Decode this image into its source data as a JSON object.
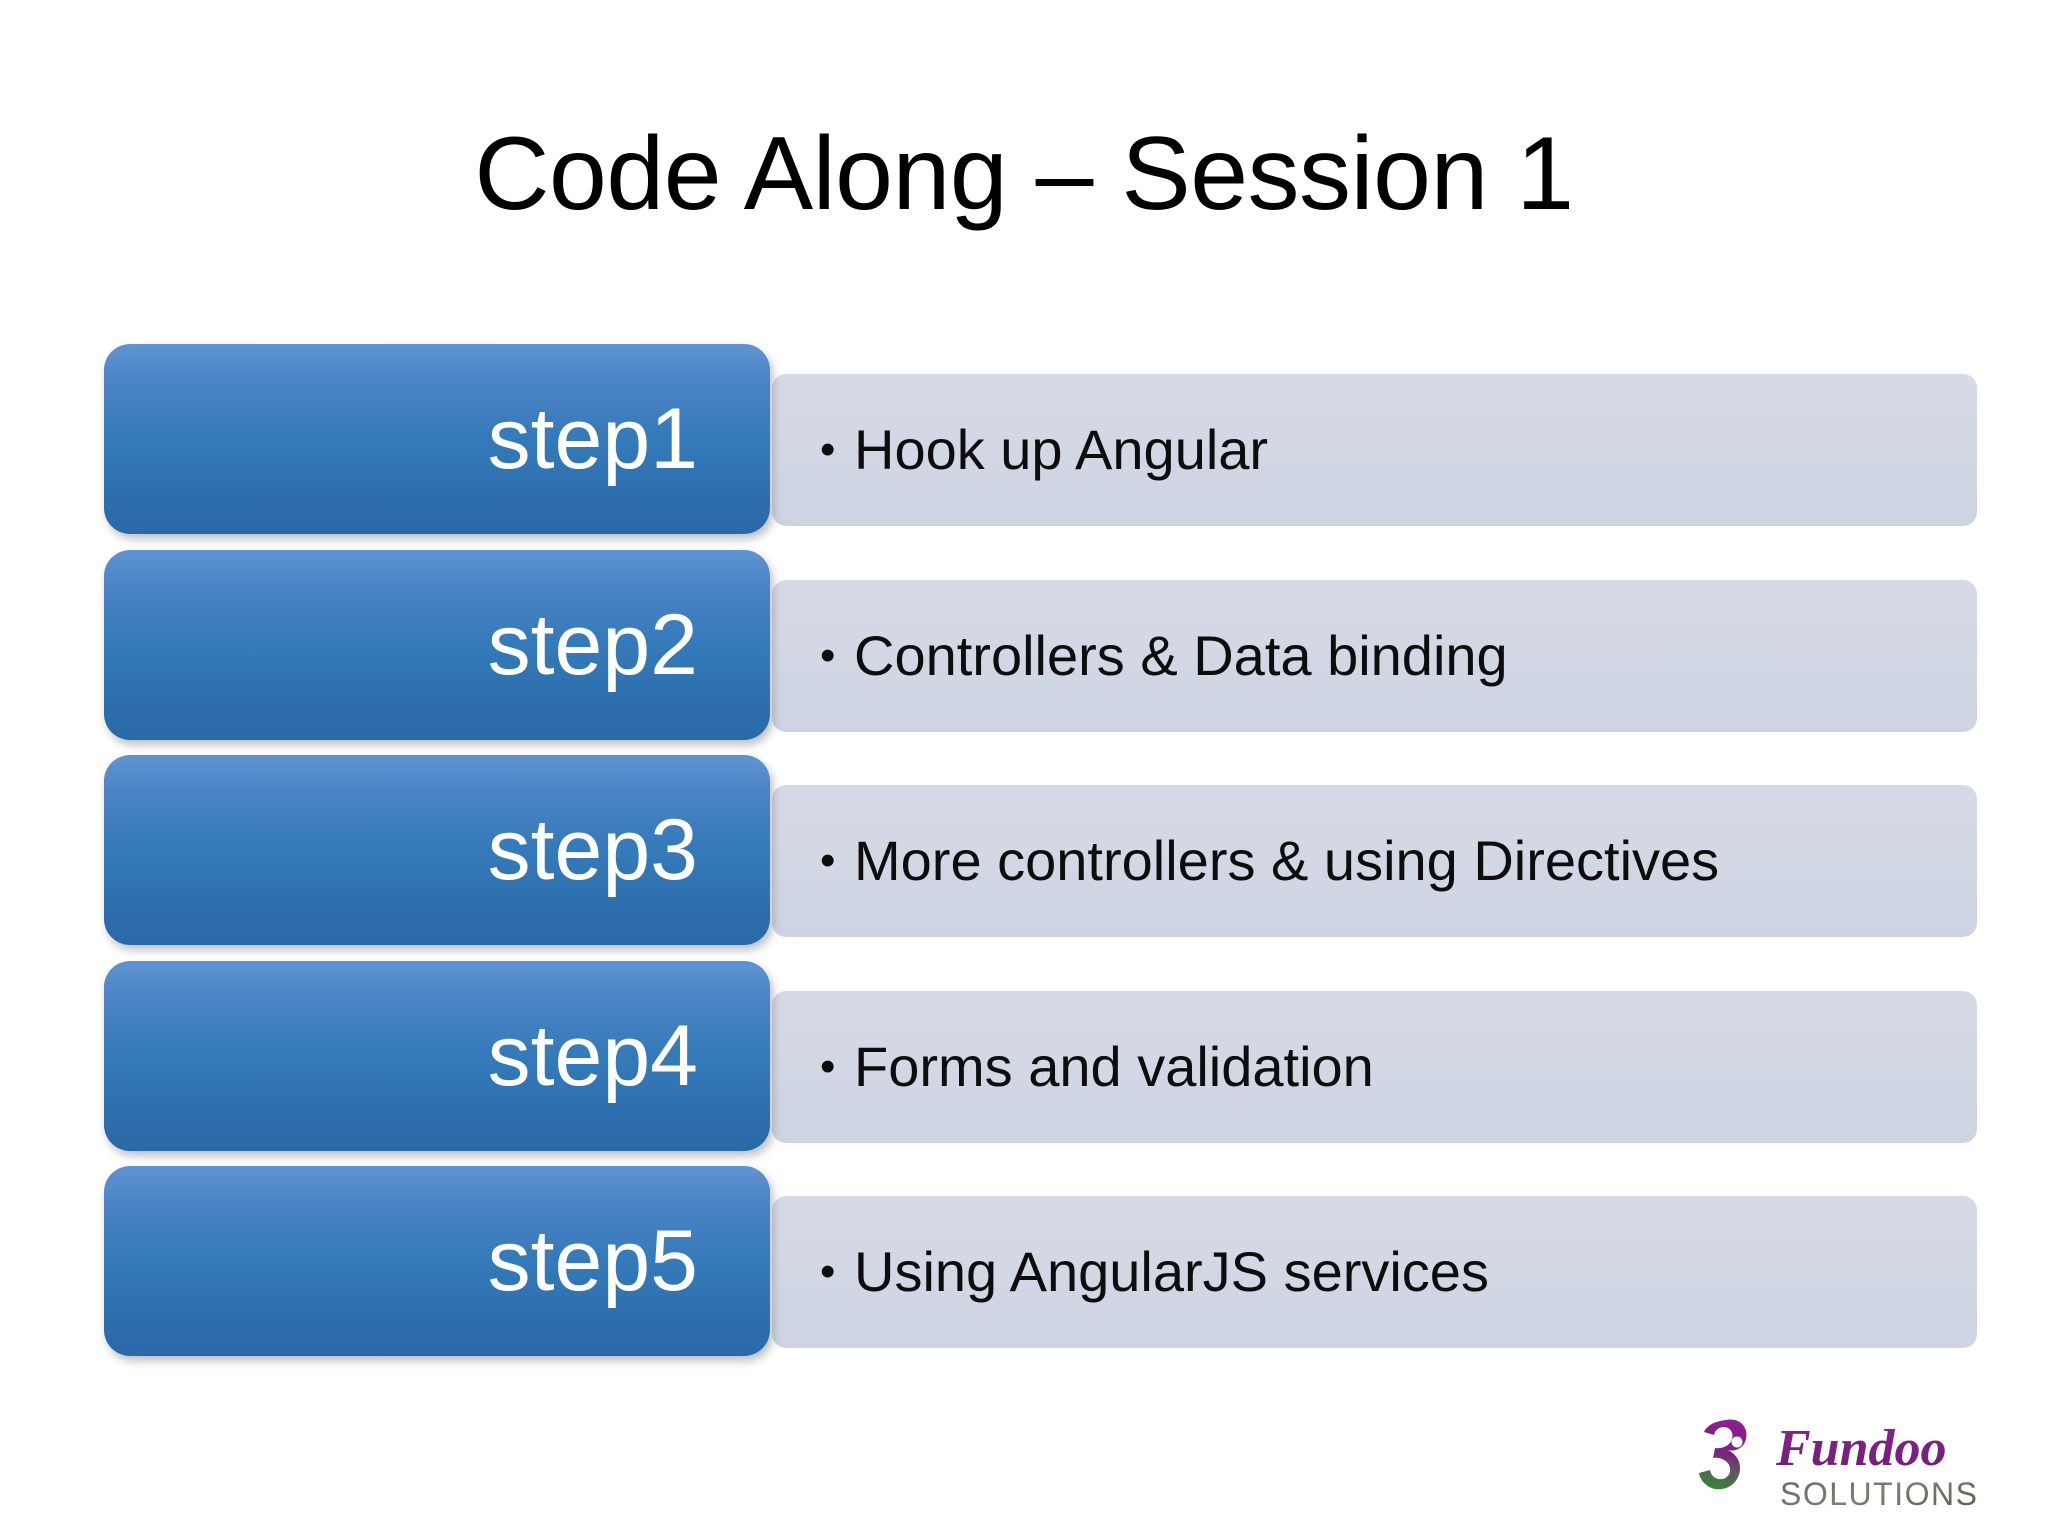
{
  "slide": {
    "title": "Code Along – Session 1",
    "background_color": "#ffffff",
    "title_color": "#000000"
  },
  "theme": {
    "step_gradient_top": "#4684c9",
    "step_gradient_bottom": "#2a69a8",
    "step_text_color": "#ffffff",
    "panel_color": "#d4d8e5",
    "panel_text_color": "#0d0d0d",
    "logo_purple": "#7b2382",
    "logo_green": "#3f8c34",
    "logo_grey": "#6e7272"
  },
  "steps": [
    {
      "label": "step1",
      "bullet": "•",
      "description": "Hook up Angular"
    },
    {
      "label": "step2",
      "bullet": "•",
      "description": "Controllers & Data binding"
    },
    {
      "label": "step3",
      "bullet": "•",
      "description": "More controllers & using Directives"
    },
    {
      "label": "step4",
      "bullet": "•",
      "description": "Forms and validation"
    },
    {
      "label": "step5",
      "bullet": "•",
      "description": "Using AngularJS services"
    }
  ],
  "logo": {
    "wordmark": "Fundoo",
    "tagline": "SOLUTIONS"
  }
}
